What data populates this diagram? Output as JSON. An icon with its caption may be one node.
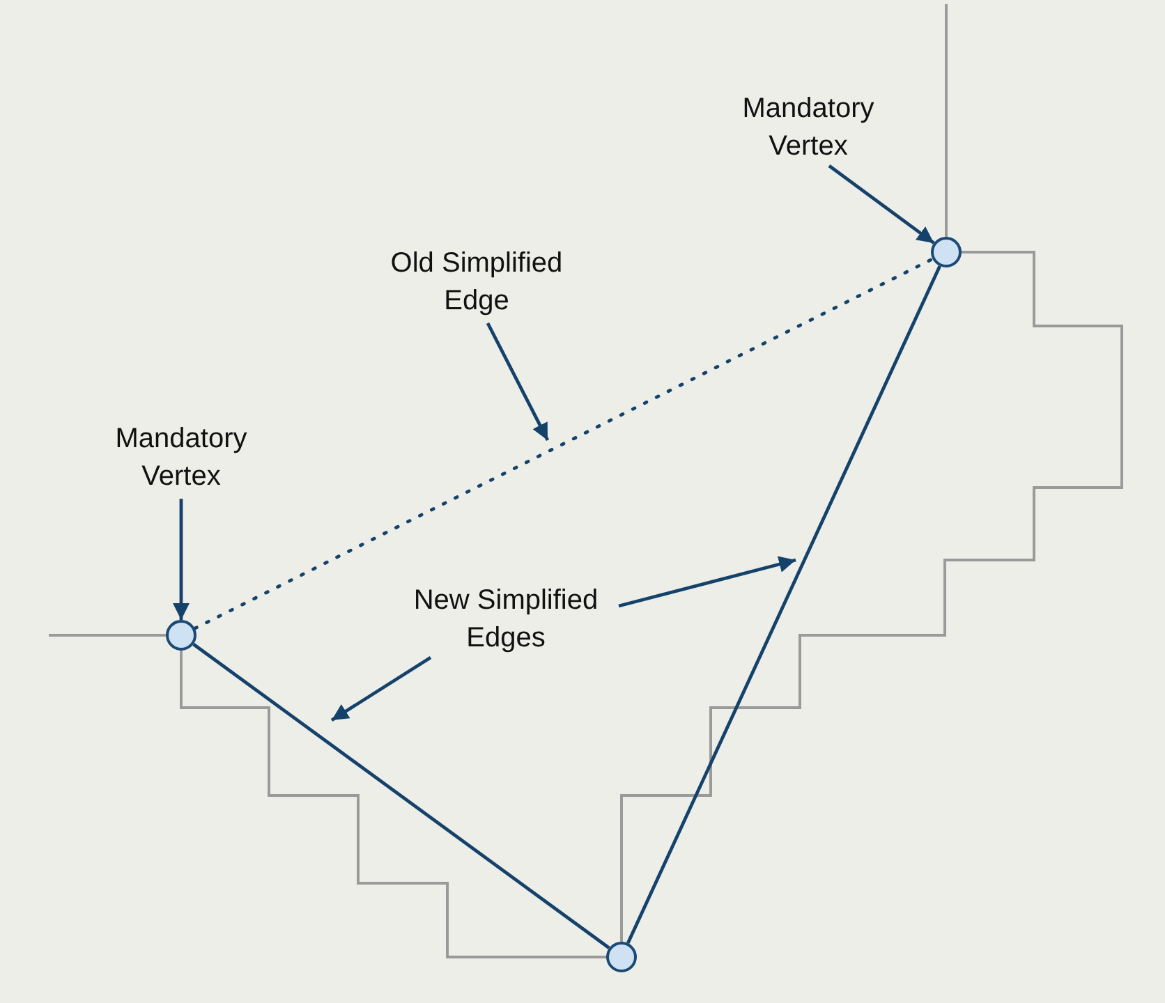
{
  "diagram": {
    "nodes": [
      {
        "text": [
          "Mandatory Vertex"
        ]
      },
      {
        "text": [
          "Old Simplified Edge"
        ]
      },
      {
        "text": [
          "Mandatory Vertex"
        ]
      },
      {
        "text": [
          "New Simplified Edges"
        ]
      },
      {
        "text": [],
        "shape": "circle"
      },
      {
        "text": [],
        "shape": "circle"
      },
      {
        "text": [],
        "shape": "circle"
      }
    ],
    "edges": [
      {
        "from": 0,
        "to": 4,
        "arrow": "to"
      },
      {
        "from": 1,
        "to": null,
        "arrow": "to"
      },
      {
        "from": 2,
        "to": 5,
        "arrow": "to"
      },
      {
        "from": 3,
        "to": null,
        "arrow": "to"
      },
      {
        "from": 3,
        "to": null,
        "arrow": "to"
      },
      {
        "from": 5,
        "to": 4,
        "arrow": "none",
        "style": "dashed"
      },
      {
        "from": 5,
        "to": 6,
        "arrow": "none"
      },
      {
        "from": 6,
        "to": 4,
        "arrow": "none"
      }
    ]
  }
}
